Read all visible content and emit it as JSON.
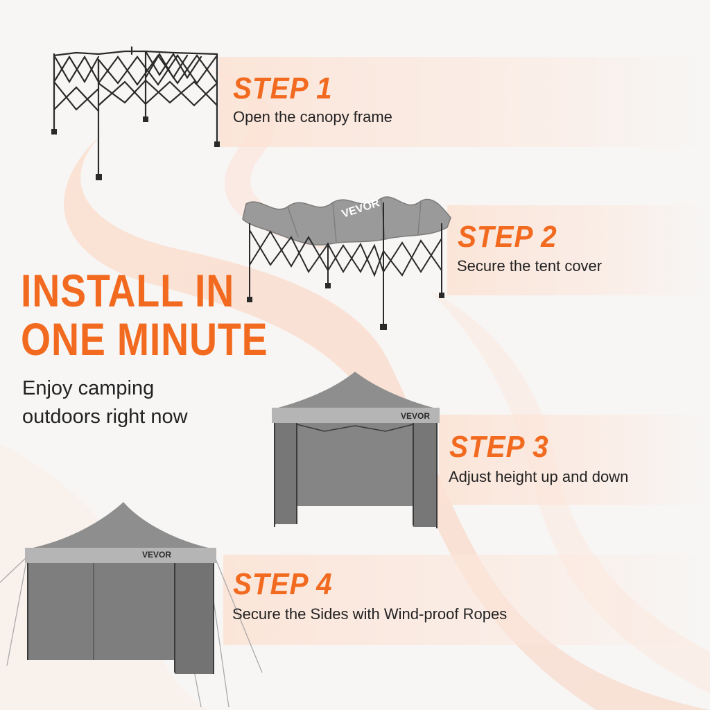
{
  "headline": {
    "line1": "INSTALL IN",
    "line2": "ONE MINUTE"
  },
  "subtitle": {
    "line1": "Enjoy camping",
    "line2": "outdoors right now"
  },
  "steps": [
    {
      "title": "STEP 1",
      "desc": "Open the canopy frame"
    },
    {
      "title": "STEP 2",
      "desc": "Secure the tent cover"
    },
    {
      "title": "STEP 3",
      "desc": "Adjust height up and down"
    },
    {
      "title": "STEP 4",
      "desc": "Secure the Sides with Wind-proof Ropes"
    }
  ],
  "brand": {
    "logo": "VEVOR"
  },
  "colors": {
    "accent": "#f26a1f",
    "text": "#222222",
    "tent_gray": "#8e8e8e",
    "band": "#fce2d4"
  },
  "icons": [
    "canopy-frame-icon",
    "tent-cover-icon",
    "tent-with-walls-icon",
    "tent-with-ropes-icon"
  ]
}
